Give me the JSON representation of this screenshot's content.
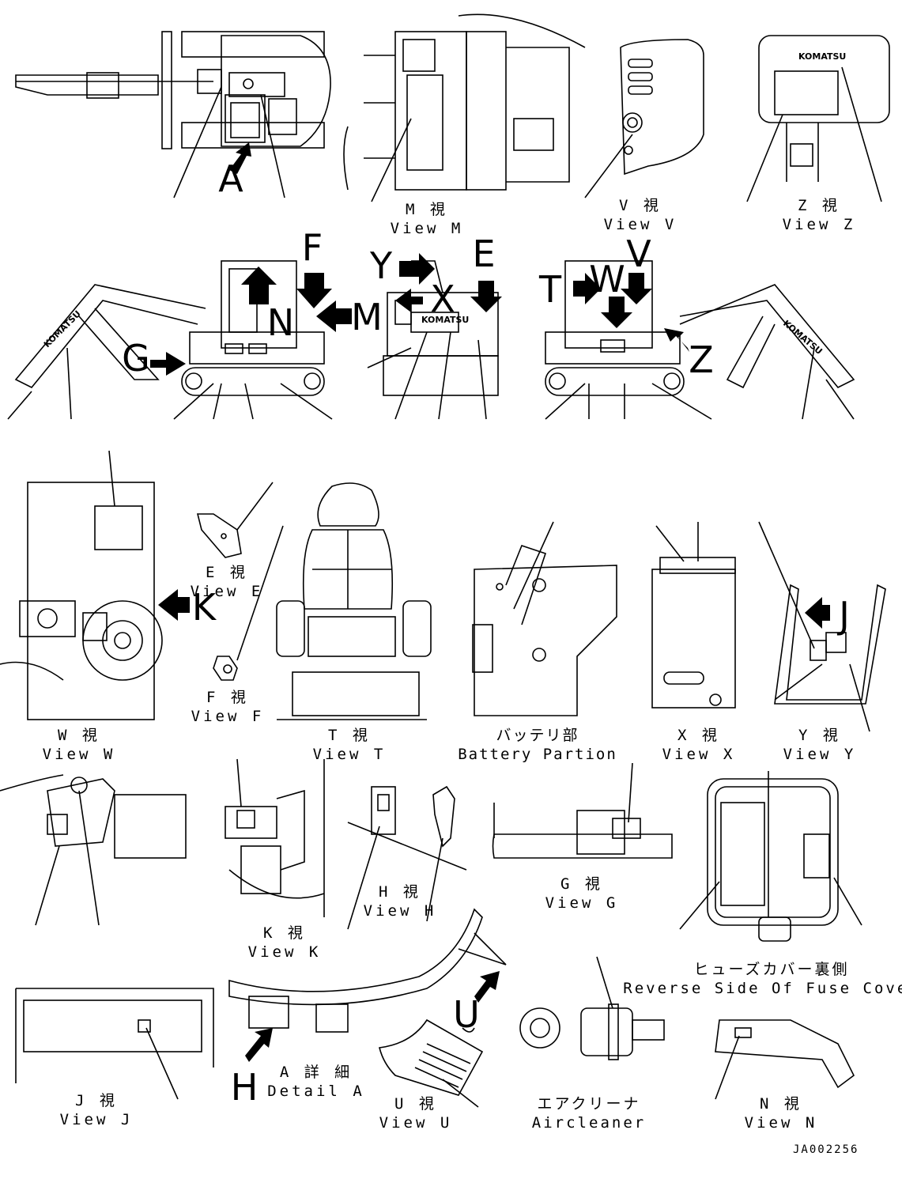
{
  "drawing_code": "JA002256",
  "brand_mark": "KOMATSU",
  "letters": [
    "A",
    "F",
    "E",
    "Y",
    "X",
    "M",
    "N",
    "G",
    "T",
    "W",
    "V",
    "Z",
    "K",
    "J",
    "H",
    "U"
  ],
  "views": {
    "M": {
      "jp": "M 視",
      "en": "View M"
    },
    "V": {
      "jp": "V 視",
      "en": "View V"
    },
    "Z": {
      "jp": "Z 視",
      "en": "View Z"
    },
    "E": {
      "jp": "E 視",
      "en": "View E"
    },
    "F": {
      "jp": "F 視",
      "en": "View F"
    },
    "W": {
      "jp": "W 視",
      "en": "View W"
    },
    "T": {
      "jp": "T 視",
      "en": "View T"
    },
    "Battery": {
      "jp": "バッテリ部",
      "en": "Battery Partion"
    },
    "X": {
      "jp": "X 視",
      "en": "View X"
    },
    "Y": {
      "jp": "Y 視",
      "en": "View Y"
    },
    "H": {
      "jp": "H 視",
      "en": "View H"
    },
    "G": {
      "jp": "G 視",
      "en": "View G"
    },
    "K": {
      "jp": "K 視",
      "en": "View K"
    },
    "Fuse": {
      "jp": "ヒューズカバー裏側",
      "en": "Reverse Side Of Fuse Cover"
    },
    "DetailA": {
      "jp": "A 詳 細",
      "en": "Detail A"
    },
    "J": {
      "jp": "J 視",
      "en": "View J"
    },
    "U": {
      "jp": "U 視",
      "en": "View U"
    },
    "Air": {
      "jp": "エアクリーナ",
      "en": "Aircleaner"
    },
    "N": {
      "jp": "N 視",
      "en": "View N"
    }
  }
}
